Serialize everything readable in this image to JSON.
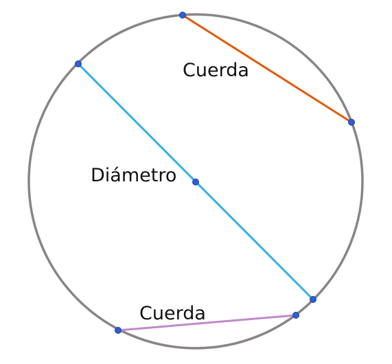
{
  "labels": {
    "top_chord": "Cuerda",
    "diameter": "Diámetro",
    "bottom_chord": "Cuerda"
  },
  "colors": {
    "circle": "#8a8585",
    "top_chord": "#e05a0c",
    "diameter": "#33b1e4",
    "bottom_chord": "#c08ac8",
    "point": "#2f5fd6",
    "point_stroke": "#1d3f9e",
    "text": "#111111",
    "background": "#ffffff"
  }
}
